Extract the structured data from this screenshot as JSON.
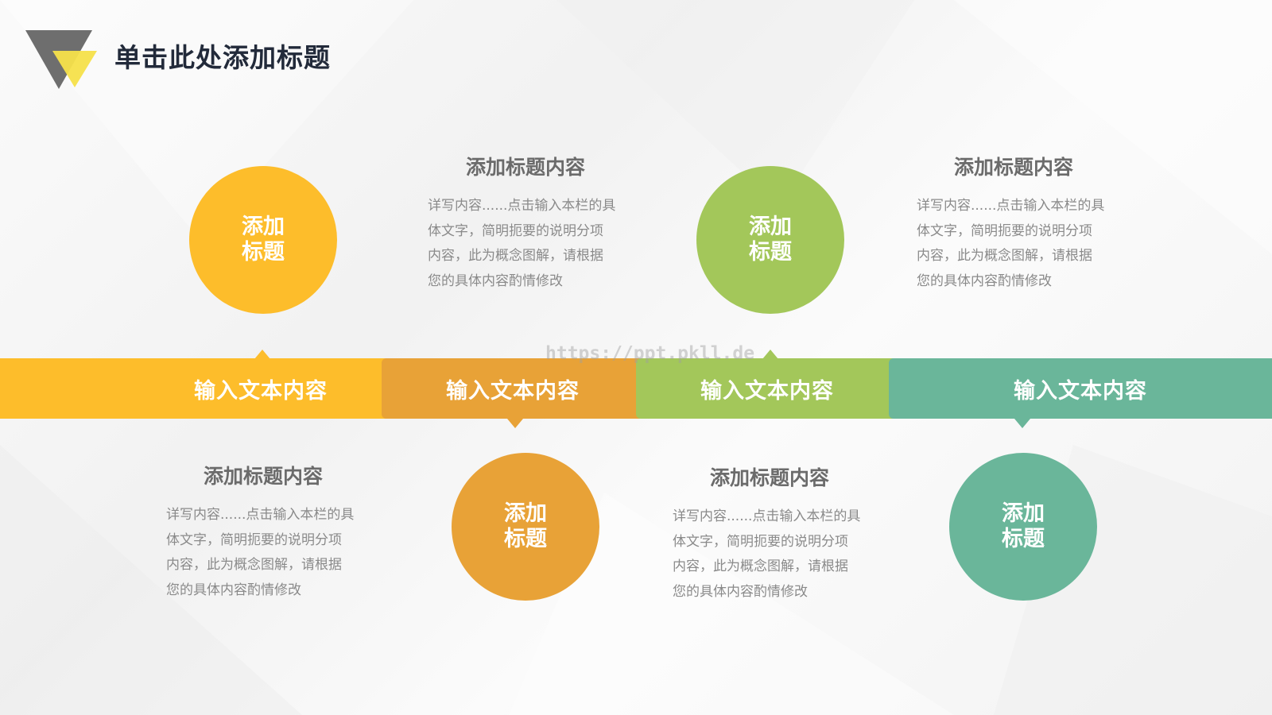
{
  "slide": {
    "title": "单击此处添加标题",
    "watermark": "https://ppt.pkll.de"
  },
  "colors": {
    "yellow": "#fdbd2b",
    "orange": "#e8a237",
    "green": "#a3c75a",
    "teal": "#6ab69a",
    "logo_gray": "#6e6e6e",
    "logo_yellow": "#f6e04a"
  },
  "band": {
    "labels": [
      "输入文本内容",
      "输入文本内容",
      "输入文本内容",
      "输入文本内容"
    ]
  },
  "circles": [
    {
      "line1": "添加",
      "line2": "标题"
    },
    {
      "line1": "添加",
      "line2": "标题"
    },
    {
      "line1": "添加",
      "line2": "标题"
    },
    {
      "line1": "添加",
      "line2": "标题"
    }
  ],
  "items": [
    {
      "title": "添加标题内容",
      "desc": [
        "详写内容......点击输入本栏的具",
        "体文字，简明扼要的说明分项",
        "内容，此为概念图解，请根据",
        "您的具体内容酌情修改"
      ]
    },
    {
      "title": "添加标题内容",
      "desc": [
        "详写内容......点击输入本栏的具",
        "体文字，简明扼要的说明分项",
        "内容，此为概念图解，请根据",
        "您的具体内容酌情修改"
      ]
    },
    {
      "title": "添加标题内容",
      "desc": [
        "详写内容......点击输入本栏的具",
        "体文字，简明扼要的说明分项",
        "内容，此为概念图解，请根据",
        "您的具体内容酌情修改"
      ]
    },
    {
      "title": "添加标题内容",
      "desc": [
        "详写内容......点击输入本栏的具",
        "体文字，简明扼要的说明分项",
        "内容，此为概念图解，请根据",
        "您的具体内容酌情修改"
      ]
    }
  ]
}
